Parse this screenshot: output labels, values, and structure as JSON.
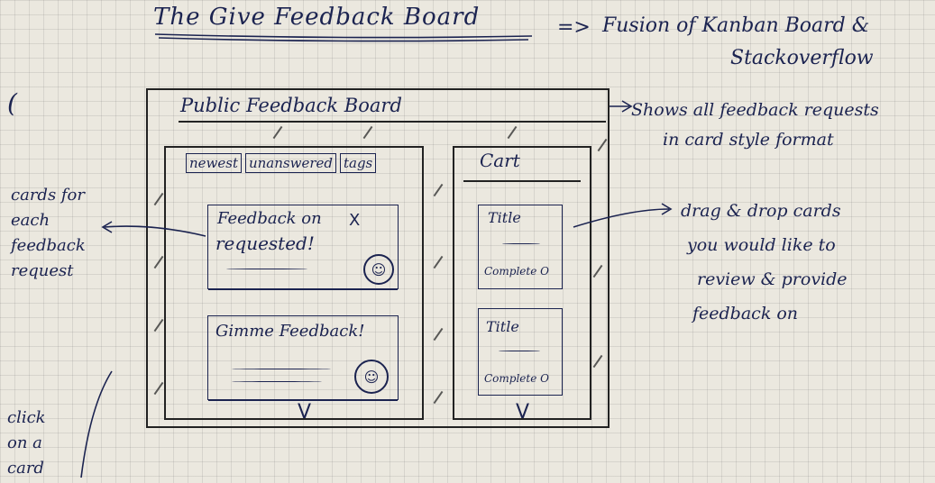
{
  "header": {
    "title": "The Give Feedback Board",
    "arrow": "=>",
    "subtitle_line1": "Fusion of Kanban Board &",
    "subtitle_line2": "Stackoverflow"
  },
  "board": {
    "title": "Public Feedback Board",
    "tabs": [
      "newest",
      "unanswered",
      "tags"
    ],
    "cart_label": "Cart",
    "feed_cards": [
      {
        "title_line1": "Feedback on",
        "title_line2": "requested!",
        "close": "X",
        "avatar": "☺"
      },
      {
        "title_line1": "Gimme Feedback!",
        "title_line2": "",
        "avatar": "☺"
      }
    ],
    "cart_cards": [
      {
        "title": "Title",
        "status": "Complete O"
      },
      {
        "title": "Title",
        "status": "Complete O"
      }
    ],
    "chevron": "V"
  },
  "annotations": {
    "board_note_line1": "Shows all feedback requests",
    "board_note_line2": "in card style format",
    "cards_note": "cards for\neach\nfeedback\nrequest",
    "drag_note_line1": "drag & drop cards",
    "drag_note_line2": "you would like to",
    "drag_note_line3": "review & provide",
    "drag_note_line4": "feedback on",
    "click_note": "click\non a\ncard",
    "left_paren": "("
  },
  "colors": {
    "ink": "#1b2350",
    "pencil": "#222222",
    "paper": "#ebe8df"
  }
}
